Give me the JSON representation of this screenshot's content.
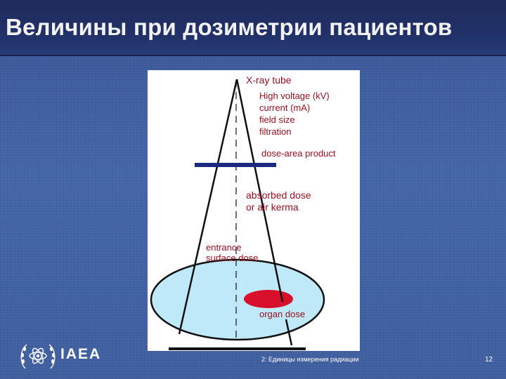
{
  "slide": {
    "title": "Величины при дозиметрии пациентов",
    "footer_text": "2: Единицы измерения радиации",
    "page_number": "12",
    "logo_text": "IAEA"
  },
  "diagram": {
    "tube_label": "X-ray tube",
    "tube_parameters": [
      "High voltage (kV)",
      "current (mA)",
      "field size",
      "filtration"
    ],
    "dose_area_product_label": "dose-area product",
    "absorbed_dose_label": [
      "absorbed dose",
      "or air kerma"
    ],
    "entrance_dose_label": [
      "entrance",
      "surface dose"
    ],
    "organ_dose_label": "organ dose"
  },
  "colors": {
    "label_text": "#9a1020",
    "beam_lines": "#111111",
    "dap_meter": "#1a2a80",
    "patient_fill": "#bfe9f8",
    "organ_fill": "#d80f2a",
    "title_bar": "#22326a",
    "background": "#3f5f9e"
  }
}
